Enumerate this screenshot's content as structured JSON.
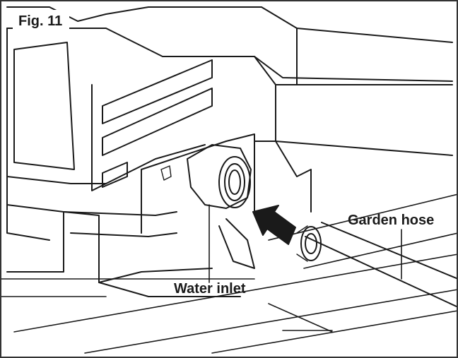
{
  "figure": {
    "label": "Fig. 11",
    "callouts": {
      "water_inlet": "Water inlet",
      "garden_hose": "Garden hose"
    }
  },
  "colors": {
    "line": "#1a1a1a",
    "background": "#ffffff",
    "border": "#333333"
  }
}
